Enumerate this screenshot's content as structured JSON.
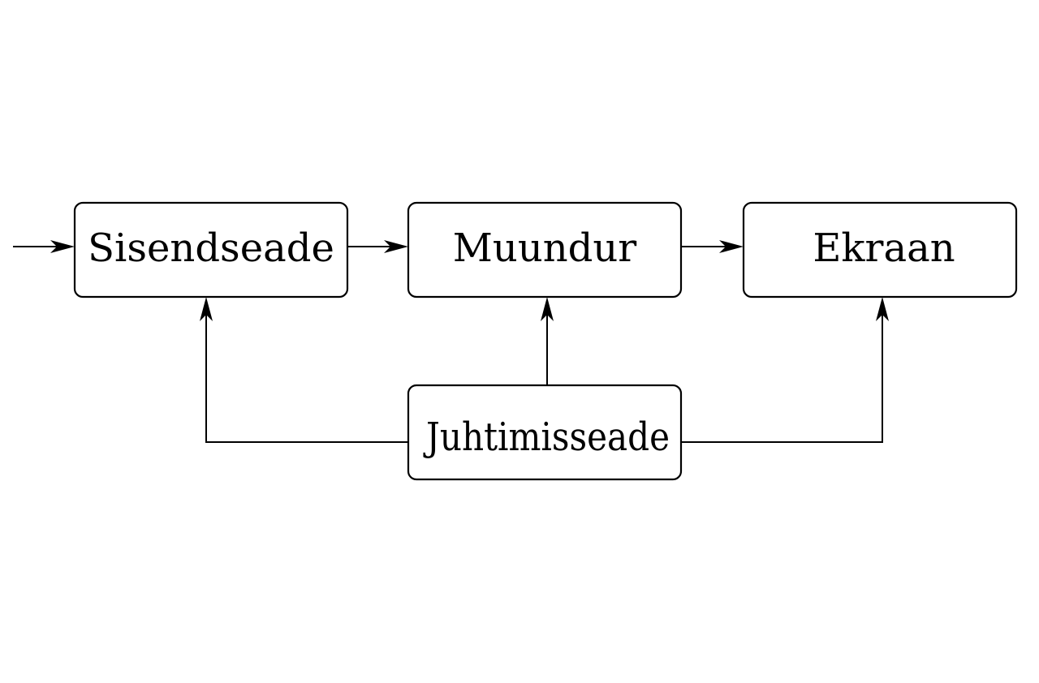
{
  "diagram": {
    "type": "block-diagram",
    "nodes": {
      "input_device": {
        "label": "Sisendseade"
      },
      "converter": {
        "label": "Muundur"
      },
      "display": {
        "label": "Ekraan"
      },
      "control_device": {
        "label": "Juhtimisseade"
      }
    },
    "edges": [
      {
        "from": "external",
        "to": "input_device"
      },
      {
        "from": "input_device",
        "to": "converter"
      },
      {
        "from": "converter",
        "to": "display"
      },
      {
        "from": "control_device",
        "to": "input_device"
      },
      {
        "from": "control_device",
        "to": "converter"
      },
      {
        "from": "control_device",
        "to": "display"
      }
    ],
    "colors": {
      "stroke": "#000000",
      "background": "#ffffff"
    }
  }
}
